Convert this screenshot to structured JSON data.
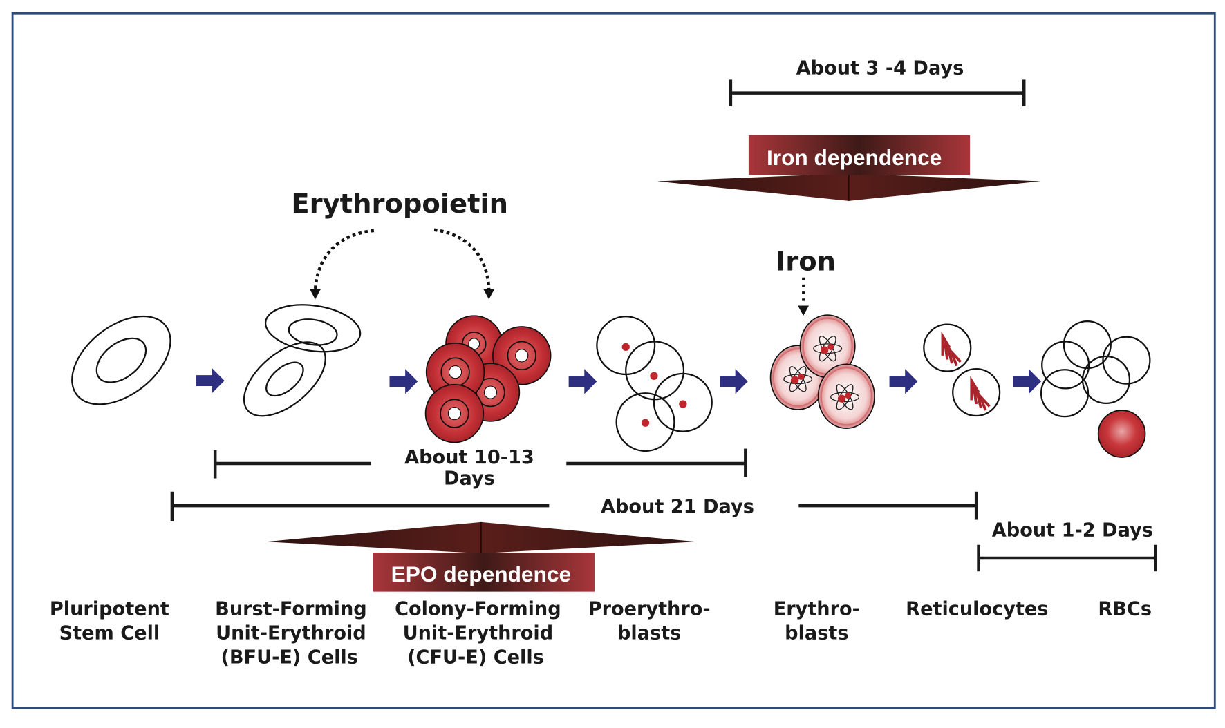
{
  "figure": {
    "title": "Erythropoiesis stages",
    "border_color": "#2e4a7a",
    "accent_blue": "#2e2f80",
    "accent_red": "#b5282e",
    "dark_red": "#4a1a16"
  },
  "signals": {
    "erythropoietin": "Erythropoietin",
    "iron": "Iron"
  },
  "banners": {
    "iron_dependence": "Iron dependence",
    "epo_dependence": "EPO dependence"
  },
  "durations": {
    "iron_phase": "About 3 -4 Days",
    "early_phase_line1": "About 10-13",
    "early_phase_line2": "Days",
    "total": "About 21 Days",
    "maturation": "About 1-2 Days"
  },
  "stages": [
    {
      "line1": "Pluripotent",
      "line2": "Stem Cell",
      "line3": ""
    },
    {
      "line1": "Burst-Forming",
      "line2": "Unit-Erythroid",
      "line3": "(BFU-E) Cells"
    },
    {
      "line1": "Colony-Forming",
      "line2": "Unit-Erythroid",
      "line3": "(CFU-E) Cells"
    },
    {
      "line1": "Proerythro-",
      "line2": "blasts",
      "line3": ""
    },
    {
      "line1": "Erythro-",
      "line2": "blasts",
      "line3": ""
    },
    {
      "line1": "Reticulocytes",
      "line2": "",
      "line3": ""
    },
    {
      "line1": "RBCs",
      "line2": "",
      "line3": ""
    }
  ]
}
